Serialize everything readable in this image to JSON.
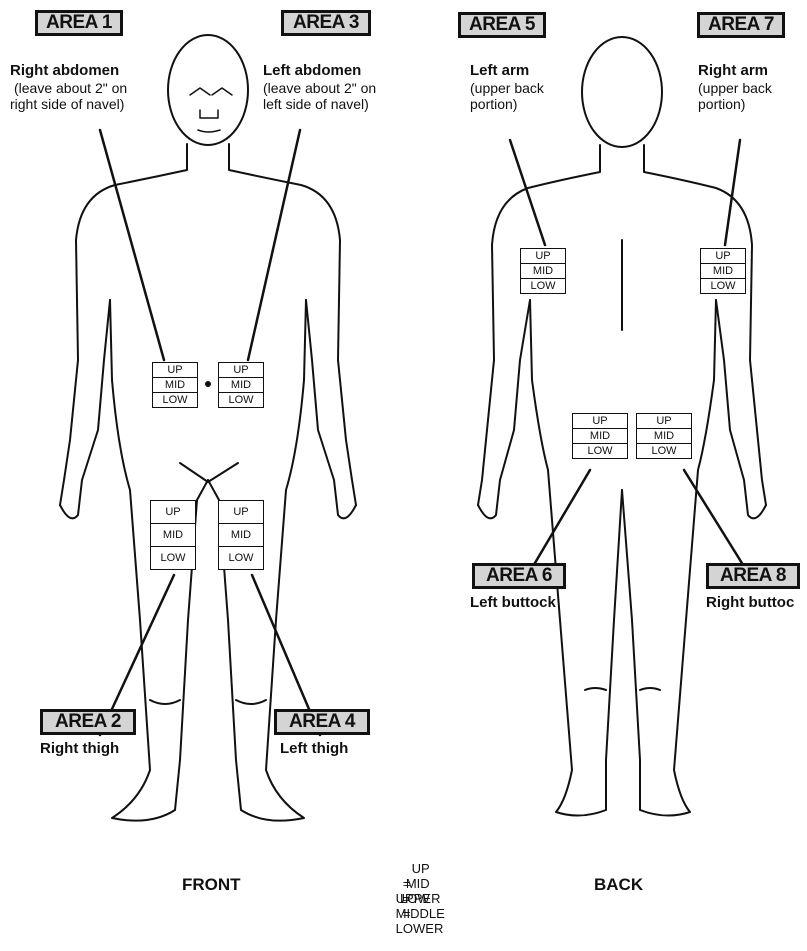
{
  "areas": [
    {
      "badge": "AREA 1",
      "title": "Right abdomen",
      "note": [
        "(leave about 2\" on",
        "right side of navel)"
      ]
    },
    {
      "badge": "AREA 2",
      "title": "Right thigh"
    },
    {
      "badge": "AREA 3",
      "title": "Left abdomen",
      "note": [
        "(leave about 2\" on",
        "left side of navel)"
      ]
    },
    {
      "badge": "AREA 4",
      "title": "Left thigh"
    },
    {
      "badge": "AREA 5",
      "title": "Left arm",
      "note": [
        "(upper back",
        "portion)"
      ]
    },
    {
      "badge": "AREA 6",
      "title": "Left buttock"
    },
    {
      "badge": "AREA 7",
      "title": "Right arm",
      "note": [
        "(upper back",
        "portion)"
      ]
    },
    {
      "badge": "AREA 8",
      "title": "Right buttoc"
    }
  ],
  "zones": [
    "UP",
    "MID",
    "LOW"
  ],
  "views": {
    "front": "FRONT",
    "back": "BACK"
  },
  "legend": [
    {
      "abbr": "UP",
      "eq": "=",
      "full": "UPPER"
    },
    {
      "abbr": "MID",
      "eq": "=",
      "full": "MIDDLE"
    },
    {
      "abbr": "LOW",
      "eq": "=",
      "full": "LOWER"
    }
  ]
}
